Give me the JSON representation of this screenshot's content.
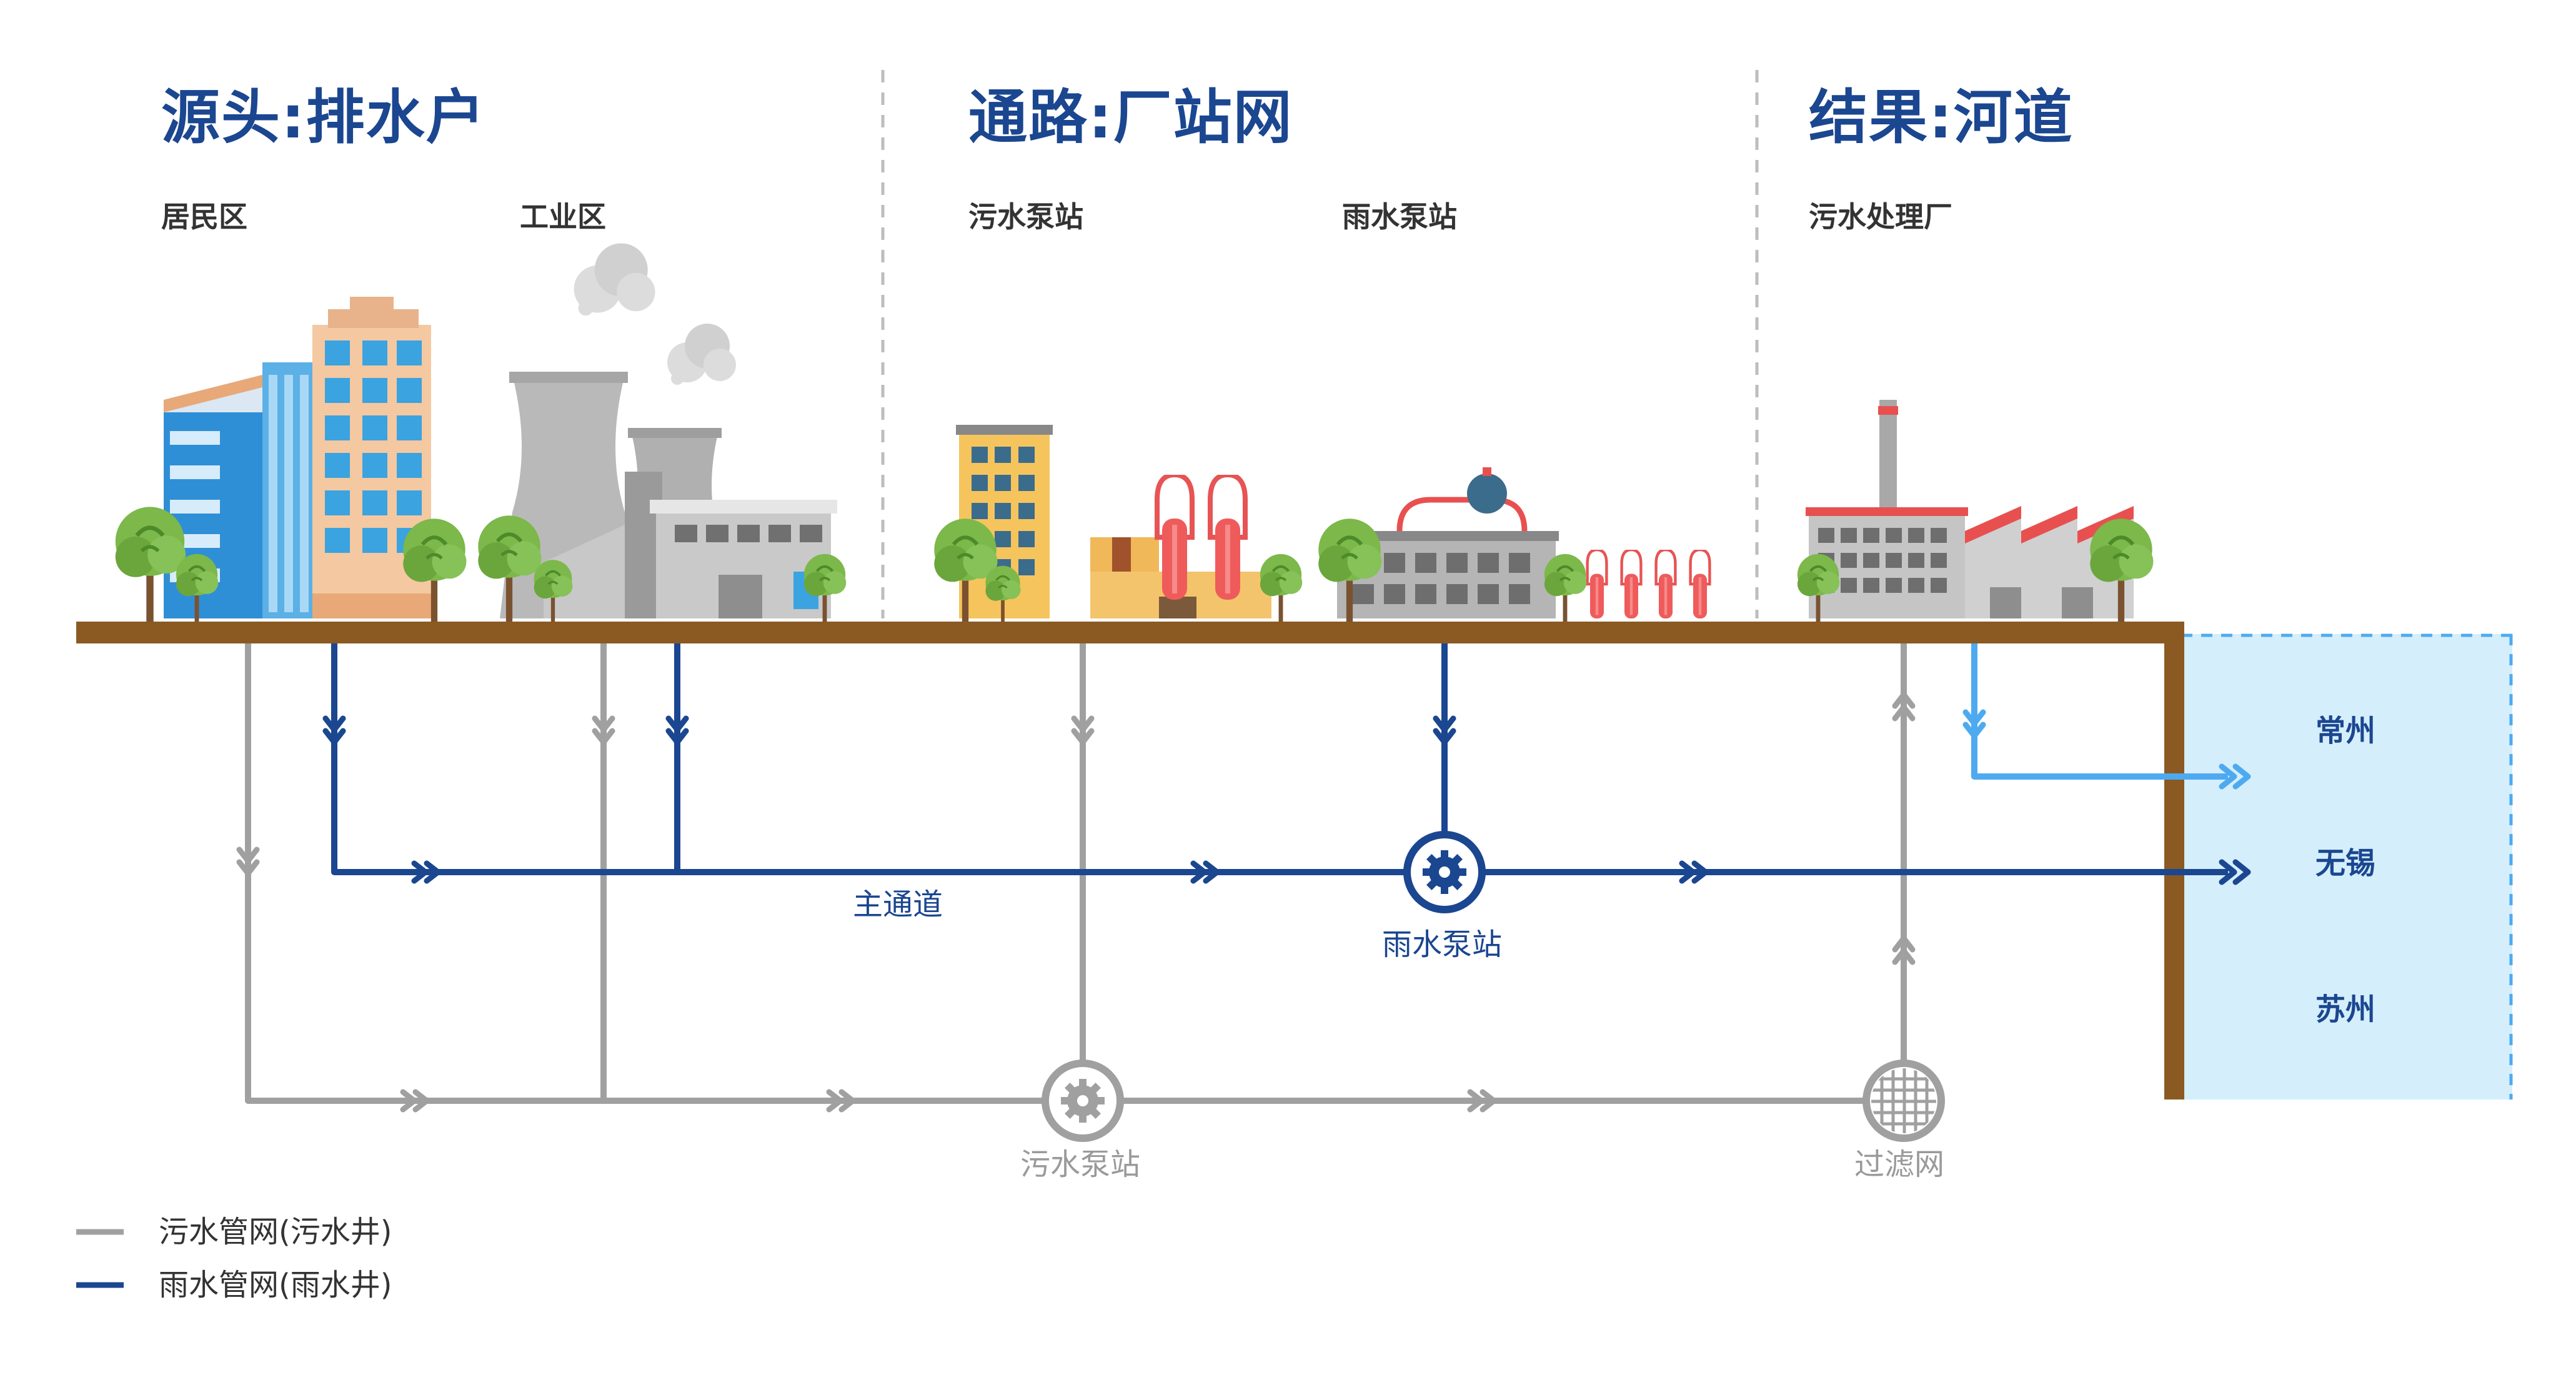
{
  "sections": [
    {
      "title": "源头:排水户",
      "sub": [
        "居民区",
        "工业区"
      ]
    },
    {
      "title": "通路:厂站网",
      "sub": [
        "污水泵站",
        "雨水泵站"
      ]
    },
    {
      "title": "结果:河道",
      "sub": [
        "污水处理厂"
      ]
    }
  ],
  "network": {
    "main_channel": "主通道",
    "rain_pump": "雨水泵站",
    "sewage_pump": "污水泵站",
    "filter": "过滤网"
  },
  "river": {
    "labels": [
      "常州",
      "无锡",
      "苏州"
    ]
  },
  "legend": [
    {
      "label": "污水管网(污水井)",
      "color": "#a0a0a0"
    },
    {
      "label": "雨水管网(雨水井)",
      "color": "#1b4690"
    }
  ],
  "colors": {
    "sewage": "#a0a0a0",
    "rain": "#1b4690",
    "outflow": "#4eaaf0",
    "ground": "#8a5a22",
    "river": "#d4eefb"
  },
  "icons": [
    "gear-icon",
    "filter-mesh-icon",
    "chevron-arrow-icon"
  ]
}
